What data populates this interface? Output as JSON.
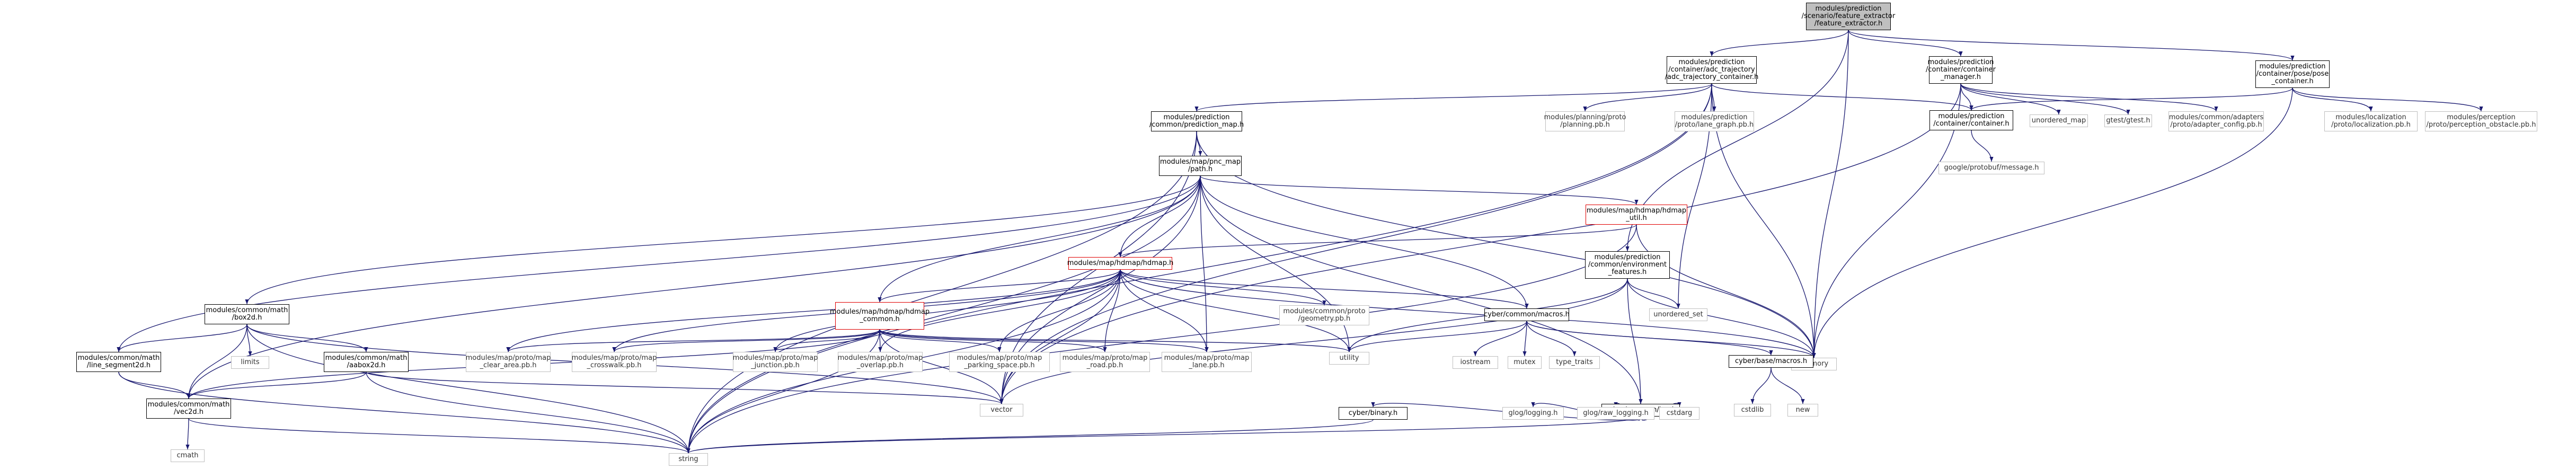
{
  "colors": {
    "edge_navy": "#191970",
    "edge_dark": "#404040",
    "node_border": "#000000",
    "node_border_external": "#bfbfbf",
    "node_border_incomplete": "#e00000",
    "root_fill": "#bfbfbf"
  },
  "nodes": {
    "feature_extractor": "modules/prediction\n/scenario/feature_extractor\n/feature_extractor.h",
    "adc_traj": "modules/prediction\n/container/adc_trajectory\n/adc_trajectory_container.h",
    "container_manager": "modules/prediction\n/container/container\n_manager.h",
    "pose_container": "modules/prediction\n/container/pose/pose\n_container.h",
    "prediction_map": "modules/prediction\n/common/prediction_map.h",
    "planning_pb": "modules/planning/proto\n/planning.pb.h",
    "lane_graph_pb": "modules/prediction\n/proto/lane_graph.pb.h",
    "container_h": "modules/prediction\n/container/container.h",
    "unordered_map": "unordered_map",
    "gtest": "gtest/gtest.h",
    "adapter_config": "modules/common/adapters\n/proto/adapter_config.pb.h",
    "localization_pb": "modules/localization\n/proto/localization.pb.h",
    "perception_pb": "modules/perception\n/proto/perception_obstacle.pb.h",
    "pnc_path": "modules/map/pnc_map\n/path.h",
    "protobuf_message": "google/protobuf/message.h",
    "hdmap_util": "modules/map/hdmap/hdmap\n_util.h",
    "hdmap_h": "modules/map/hdmap/hdmap.h",
    "env_features": "modules/prediction\n/common/environment\n_features.h",
    "box2d": "modules/common/math\n/box2d.h",
    "hdmap_common": "modules/map/hdmap/hdmap\n_common.h",
    "geometry_pb": "modules/common/proto\n/geometry.pb.h",
    "cyber_macros": "cyber/common/macros.h",
    "unordered_set": "unordered_set",
    "memory": "memory",
    "line_segment2d": "modules/common/math\n/line_segment2d.h",
    "limits": "limits",
    "aabox2d": "modules/common/math\n/aabox2d.h",
    "clear_area_pb": "modules/map/proto/map\n_clear_area.pb.h",
    "crosswalk_pb": "modules/map/proto/map\n_crosswalk.pb.h",
    "junction_pb": "modules/map/proto/map\n_junction.pb.h",
    "overlap_pb": "modules/map/proto/map\n_overlap.pb.h",
    "parking_space_pb": "modules/map/proto/map\n_parking_space.pb.h",
    "road_pb": "modules/map/proto/map\n_road.pb.h",
    "lane_pb": "modules/map/proto/map\n_lane.pb.h",
    "utility": "utility",
    "iostream": "iostream",
    "mutex": "mutex",
    "type_traits": "type_traits",
    "cyber_base_macros": "cyber/base/macros.h",
    "vec2d": "modules/common/math\n/vec2d.h",
    "vector": "vector",
    "cyber_log": "cyber/common/log.h",
    "cstdlib": "cstdlib",
    "new": "new",
    "cyber_binary": "cyber/binary.h",
    "glog_logging": "glog/logging.h",
    "glog_raw_logging": "glog/raw_logging.h",
    "cstdarg": "cstdarg",
    "cmath": "cmath",
    "string": "string"
  },
  "edges": [
    [
      "feature_extractor",
      "adc_traj"
    ],
    [
      "feature_extractor",
      "container_manager"
    ],
    [
      "feature_extractor",
      "pose_container"
    ],
    [
      "feature_extractor",
      "env_features"
    ],
    [
      "feature_extractor",
      "memory"
    ],
    [
      "adc_traj",
      "prediction_map"
    ],
    [
      "adc_traj",
      "planning_pb"
    ],
    [
      "adc_traj",
      "lane_graph_pb"
    ],
    [
      "adc_traj",
      "container_h"
    ],
    [
      "adc_traj",
      "unordered_set"
    ],
    [
      "adc_traj",
      "memory"
    ],
    [
      "adc_traj",
      "vector"
    ],
    [
      "adc_traj",
      "string"
    ],
    [
      "container_manager",
      "container_h"
    ],
    [
      "container_manager",
      "unordered_map"
    ],
    [
      "container_manager",
      "gtest"
    ],
    [
      "container_manager",
      "adapter_config"
    ],
    [
      "container_manager",
      "memory"
    ],
    [
      "container_manager",
      "vector"
    ],
    [
      "pose_container",
      "container_h"
    ],
    [
      "pose_container",
      "localization_pb"
    ],
    [
      "pose_container",
      "perception_pb"
    ],
    [
      "pose_container",
      "memory"
    ],
    [
      "prediction_map",
      "pnc_path"
    ],
    [
      "prediction_map",
      "memory"
    ],
    [
      "prediction_map",
      "vector"
    ],
    [
      "prediction_map",
      "string"
    ],
    [
      "container_h",
      "protobuf_message"
    ],
    [
      "pnc_path",
      "hdmap_util"
    ],
    [
      "pnc_path",
      "hdmap_h"
    ],
    [
      "pnc_path",
      "box2d"
    ],
    [
      "pnc_path",
      "hdmap_common"
    ],
    [
      "pnc_path",
      "line_segment2d"
    ],
    [
      "pnc_path",
      "vec2d"
    ],
    [
      "pnc_path",
      "utility"
    ],
    [
      "pnc_path",
      "vector"
    ],
    [
      "pnc_path",
      "string"
    ],
    [
      "pnc_path",
      "cyber_log"
    ],
    [
      "pnc_path",
      "lane_pb"
    ],
    [
      "pnc_path",
      "cyber_macros"
    ],
    [
      "hdmap_util",
      "hdmap_h"
    ],
    [
      "hdmap_util",
      "memory"
    ],
    [
      "hdmap_util",
      "string"
    ],
    [
      "hdmap_h",
      "hdmap_common"
    ],
    [
      "hdmap_h",
      "geometry_pb"
    ],
    [
      "hdmap_h",
      "cyber_macros"
    ],
    [
      "hdmap_h",
      "clear_area_pb"
    ],
    [
      "hdmap_h",
      "crosswalk_pb"
    ],
    [
      "hdmap_h",
      "junction_pb"
    ],
    [
      "hdmap_h",
      "overlap_pb"
    ],
    [
      "hdmap_h",
      "parking_space_pb"
    ],
    [
      "hdmap_h",
      "road_pb"
    ],
    [
      "hdmap_h",
      "lane_pb"
    ],
    [
      "hdmap_h",
      "utility"
    ],
    [
      "hdmap_h",
      "vector"
    ],
    [
      "hdmap_h",
      "string"
    ],
    [
      "hdmap_h",
      "memory"
    ],
    [
      "env_features",
      "unordered_set"
    ],
    [
      "env_features",
      "utility"
    ],
    [
      "env_features",
      "vector"
    ],
    [
      "env_features",
      "cyber_log"
    ],
    [
      "env_features",
      "memory"
    ],
    [
      "box2d",
      "line_segment2d"
    ],
    [
      "box2d",
      "limits"
    ],
    [
      "box2d",
      "aabox2d"
    ],
    [
      "box2d",
      "vec2d"
    ],
    [
      "box2d",
      "vector"
    ],
    [
      "box2d",
      "string"
    ],
    [
      "hdmap_common",
      "clear_area_pb"
    ],
    [
      "hdmap_common",
      "crosswalk_pb"
    ],
    [
      "hdmap_common",
      "junction_pb"
    ],
    [
      "hdmap_common",
      "overlap_pb"
    ],
    [
      "hdmap_common",
      "parking_space_pb"
    ],
    [
      "hdmap_common",
      "road_pb"
    ],
    [
      "hdmap_common",
      "lane_pb"
    ],
    [
      "hdmap_common",
      "vec2d"
    ],
    [
      "hdmap_common",
      "utility"
    ],
    [
      "hdmap_common",
      "vector"
    ],
    [
      "hdmap_common",
      "string"
    ],
    [
      "cyber_macros",
      "iostream"
    ],
    [
      "cyber_macros",
      "mutex"
    ],
    [
      "cyber_macros",
      "type_traits"
    ],
    [
      "cyber_macros",
      "cyber_base_macros"
    ],
    [
      "cyber_macros",
      "memory"
    ],
    [
      "cyber_macros",
      "utility"
    ],
    [
      "line_segment2d",
      "vec2d"
    ],
    [
      "line_segment2d",
      "string"
    ],
    [
      "aabox2d",
      "vec2d"
    ],
    [
      "aabox2d",
      "vector"
    ],
    [
      "aabox2d",
      "string"
    ],
    [
      "cyber_base_macros",
      "cstdlib"
    ],
    [
      "cyber_base_macros",
      "new"
    ],
    [
      "vec2d",
      "cmath"
    ],
    [
      "vec2d",
      "string"
    ],
    [
      "cyber_log",
      "cyber_binary"
    ],
    [
      "cyber_log",
      "glog_logging"
    ],
    [
      "cyber_log",
      "glog_raw_logging"
    ],
    [
      "cyber_log",
      "cstdarg"
    ],
    [
      "cyber_log",
      "string"
    ],
    [
      "cyber_binary",
      "string"
    ]
  ]
}
